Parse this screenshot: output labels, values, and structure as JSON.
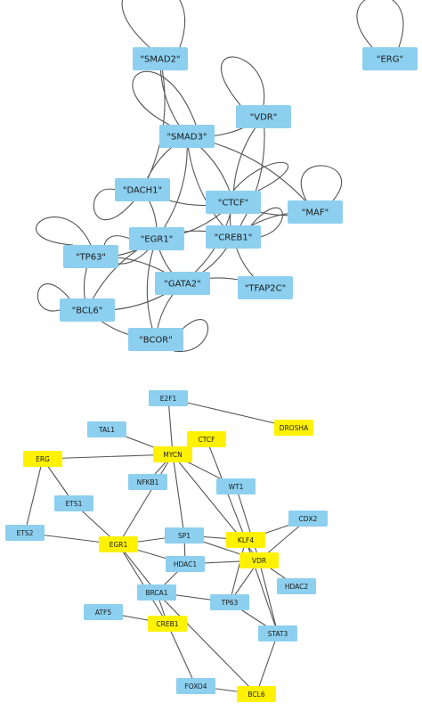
{
  "colors": {
    "blue_node": "#8DCFEF",
    "yellow_node": "#FFF200",
    "edge": "#555555",
    "background": "#ffffff"
  },
  "top_network": {
    "nodes": [
      {
        "id": "smad2",
        "label": "\"SMAD2\""
      },
      {
        "id": "erg_t",
        "label": "\"ERG\""
      },
      {
        "id": "vdr_t",
        "label": "\"VDR\""
      },
      {
        "id": "smad3",
        "label": "\"SMAD3\""
      },
      {
        "id": "dach1",
        "label": "\"DACH1\""
      },
      {
        "id": "ctcf_t",
        "label": "\"CTCF\""
      },
      {
        "id": "maf",
        "label": "\"MAF\""
      },
      {
        "id": "egr1_t",
        "label": "\"EGR1\""
      },
      {
        "id": "creb1_t",
        "label": "\"CREB1\""
      },
      {
        "id": "tp63_t",
        "label": "\"TP63\""
      },
      {
        "id": "gata2",
        "label": "\"GATA2\""
      },
      {
        "id": "tfap2c",
        "label": "\"TFAP2C\""
      },
      {
        "id": "bcl6_t",
        "label": "\"BCL6\""
      },
      {
        "id": "bcor",
        "label": "\"BCOR\""
      }
    ],
    "self_loops": [
      "smad2",
      "erg_t",
      "vdr_t",
      "smad3",
      "dach1",
      "ctcf_t",
      "maf",
      "egr1_t",
      "creb1_t",
      "tp63_t",
      "bcl6_t",
      "bcor"
    ],
    "edges": [
      [
        "smad2",
        "smad3"
      ],
      [
        "smad2",
        "dach1"
      ],
      [
        "smad3",
        "vdr_t"
      ],
      [
        "smad3",
        "ctcf_t"
      ],
      [
        "smad3",
        "dach1"
      ],
      [
        "smad3",
        "egr1_t"
      ],
      [
        "smad3",
        "creb1_t"
      ],
      [
        "smad3",
        "maf"
      ],
      [
        "vdr_t",
        "ctcf_t"
      ],
      [
        "vdr_t",
        "creb1_t"
      ],
      [
        "dach1",
        "ctcf_t"
      ],
      [
        "dach1",
        "egr1_t"
      ],
      [
        "ctcf_t",
        "maf"
      ],
      [
        "ctcf_t",
        "egr1_t"
      ],
      [
        "ctcf_t",
        "creb1_t"
      ],
      [
        "ctcf_t",
        "gata2"
      ],
      [
        "maf",
        "creb1_t"
      ],
      [
        "egr1_t",
        "creb1_t"
      ],
      [
        "egr1_t",
        "gata2"
      ],
      [
        "egr1_t",
        "tp63_t"
      ],
      [
        "egr1_t",
        "bcl6_t"
      ],
      [
        "creb1_t",
        "gata2"
      ],
      [
        "creb1_t",
        "tfap2c"
      ],
      [
        "tp63_t",
        "gata2"
      ],
      [
        "tp63_t",
        "bcl6_t"
      ],
      [
        "gata2",
        "bcl6_t"
      ],
      [
        "gata2",
        "bcor"
      ],
      [
        "gata2",
        "tfap2c"
      ],
      [
        "bcl6_t",
        "bcor"
      ],
      [
        "bcor",
        "egr1_t"
      ]
    ]
  },
  "bottom_network": {
    "nodes": [
      {
        "id": "e2f1",
        "label": "E2F1",
        "color": "blue"
      },
      {
        "id": "drosha",
        "label": "DROSHA",
        "color": "yellow"
      },
      {
        "id": "tal1",
        "label": "TAL1",
        "color": "blue"
      },
      {
        "id": "ctcf_b",
        "label": "CTCF",
        "color": "yellow"
      },
      {
        "id": "erg_b",
        "label": "ERG",
        "color": "yellow"
      },
      {
        "id": "mycn",
        "label": "MYCN",
        "color": "yellow"
      },
      {
        "id": "nfkb1",
        "label": "NFKB1",
        "color": "blue"
      },
      {
        "id": "wt1",
        "label": "WT1",
        "color": "blue"
      },
      {
        "id": "ets1",
        "label": "ETS1",
        "color": "blue"
      },
      {
        "id": "cdx2",
        "label": "CDX2",
        "color": "blue"
      },
      {
        "id": "ets2",
        "label": "ETS2",
        "color": "blue"
      },
      {
        "id": "sp1",
        "label": "SP1",
        "color": "blue"
      },
      {
        "id": "klf4",
        "label": "KLF4",
        "color": "yellow"
      },
      {
        "id": "egr1_b",
        "label": "EGR1",
        "color": "yellow"
      },
      {
        "id": "vdr_b",
        "label": "VDR",
        "color": "yellow"
      },
      {
        "id": "hdac1",
        "label": "HDAC1",
        "color": "blue"
      },
      {
        "id": "hdac2",
        "label": "HDAC2",
        "color": "blue"
      },
      {
        "id": "brca1",
        "label": "BRCA1",
        "color": "blue"
      },
      {
        "id": "tp63_b",
        "label": "TP63",
        "color": "blue"
      },
      {
        "id": "atf5",
        "label": "ATF5",
        "color": "blue"
      },
      {
        "id": "creb1_b",
        "label": "CREB1",
        "color": "yellow"
      },
      {
        "id": "stat3",
        "label": "STAT3",
        "color": "blue"
      },
      {
        "id": "foxo4",
        "label": "FOXO4",
        "color": "blue"
      },
      {
        "id": "bcl6_b",
        "label": "BCL6",
        "color": "yellow"
      }
    ],
    "edges": [
      [
        "e2f1",
        "drosha"
      ],
      [
        "e2f1",
        "mycn"
      ],
      [
        "tal1",
        "mycn"
      ],
      [
        "erg_b",
        "mycn"
      ],
      [
        "erg_b",
        "ets1"
      ],
      [
        "erg_b",
        "ets2"
      ],
      [
        "mycn",
        "ctcf_b"
      ],
      [
        "mycn",
        "nfkb1"
      ],
      [
        "mycn",
        "wt1"
      ],
      [
        "mycn",
        "sp1"
      ],
      [
        "mycn",
        "egr1_b"
      ],
      [
        "mycn",
        "vdr_b"
      ],
      [
        "ctcf_b",
        "klf4"
      ],
      [
        "ets1",
        "egr1_b"
      ],
      [
        "ets2",
        "egr1_b"
      ],
      [
        "egr1_b",
        "sp1"
      ],
      [
        "egr1_b",
        "hdac1"
      ],
      [
        "egr1_b",
        "brca1"
      ],
      [
        "egr1_b",
        "creb1_b"
      ],
      [
        "sp1",
        "klf4"
      ],
      [
        "sp1",
        "vdr_b"
      ],
      [
        "sp1",
        "hdac1"
      ],
      [
        "wt1",
        "vdr_b"
      ],
      [
        "klf4",
        "cdx2"
      ],
      [
        "klf4",
        "tp63_b"
      ],
      [
        "klf4",
        "stat3"
      ],
      [
        "vdr_b",
        "cdx2"
      ],
      [
        "vdr_b",
        "hdac2"
      ],
      [
        "vdr_b",
        "tp63_b"
      ],
      [
        "vdr_b",
        "stat3"
      ],
      [
        "vdr_b",
        "hdac1"
      ],
      [
        "hdac1",
        "brca1"
      ],
      [
        "brca1",
        "tp63_b"
      ],
      [
        "brca1",
        "creb1_b"
      ],
      [
        "brca1",
        "bcl6_b"
      ],
      [
        "tp63_b",
        "stat3"
      ],
      [
        "atf5",
        "creb1_b"
      ],
      [
        "creb1_b",
        "foxo4"
      ],
      [
        "stat3",
        "bcl6_b"
      ],
      [
        "foxo4",
        "bcl6_b"
      ]
    ]
  }
}
